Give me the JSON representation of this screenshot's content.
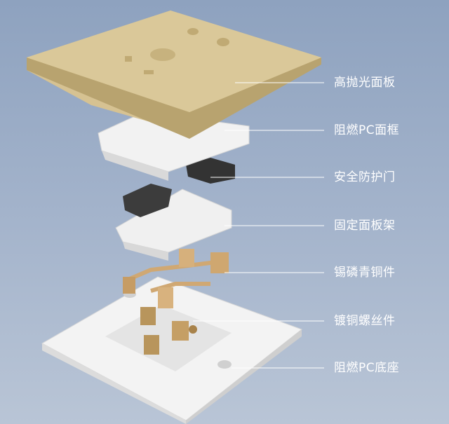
{
  "labels": [
    {
      "text": "高抛光面板"
    },
    {
      "text": "阻燃PC面框"
    },
    {
      "text": "安全防护门"
    },
    {
      "text": "固定面板架"
    },
    {
      "text": "锡磷青铜件"
    },
    {
      "text": "镀铜螺丝件"
    },
    {
      "text": "阻燃PC底座"
    }
  ],
  "colors": {
    "gold": "#d4c08f",
    "white_part": "#f2f2f2",
    "shutter": "#3a3a3a",
    "copper": "#c9a26a"
  }
}
